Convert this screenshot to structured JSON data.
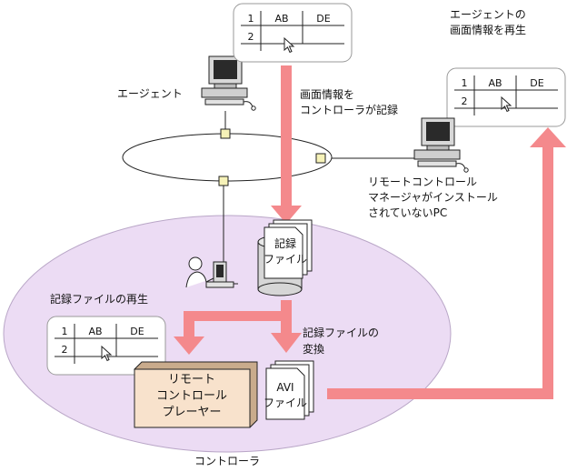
{
  "labels": {
    "agent": "エージェント",
    "record_line1": "画面情報を",
    "record_line2": "コントローラが記録",
    "agent_playback_line1": "エージェントの",
    "agent_playback_line2": "画面情報を再生",
    "pc_line1": "リモートコントロール",
    "pc_line2": "マネージャがインストール",
    "pc_line3": "されていないPC",
    "playback": "記録ファイルの再生",
    "convert_line1": "記録ファイルの",
    "convert_line2": "変換",
    "controller": "コントローラ"
  },
  "record_file": {
    "line1": "記録",
    "line2": "ファイル"
  },
  "avi_file": {
    "line1": "AVI",
    "line2": "ファイル"
  },
  "player": {
    "line1": "リモート",
    "line2": "コントロール",
    "line3": "プレーヤー"
  },
  "table": {
    "rows": [
      {
        "num": "1",
        "c1": "AB",
        "c2": "DE"
      },
      {
        "num": "2",
        "c1": "",
        "c2": ""
      }
    ]
  },
  "colors": {
    "arrow": "#f4898c",
    "controller_zone": "#ecdcf4",
    "player_box": "#f8e2cc",
    "connector": "#f6f2b8"
  }
}
